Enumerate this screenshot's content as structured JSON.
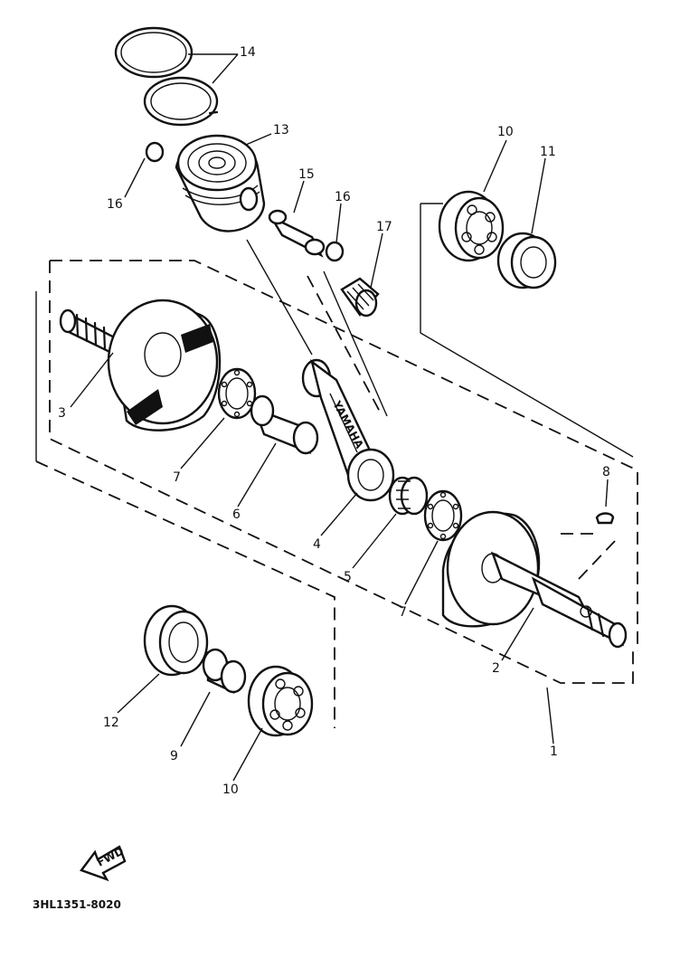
{
  "labels": {
    "p1": "1",
    "p2": "2",
    "p3": "3",
    "p4": "4",
    "p5": "5",
    "p6": "6",
    "p7a": "7",
    "p7b": "7",
    "p8": "8",
    "p9": "9",
    "p10a": "10",
    "p10b": "10",
    "p11": "11",
    "p12": "12",
    "p13": "13",
    "p14": "14",
    "p15": "15",
    "p16a": "16",
    "p16b": "16",
    "p17": "17"
  },
  "fwd_arrow": {
    "text": "FWD"
  },
  "diagram_code": "3HL1351-8020",
  "rod_marking": "YAMAHA"
}
